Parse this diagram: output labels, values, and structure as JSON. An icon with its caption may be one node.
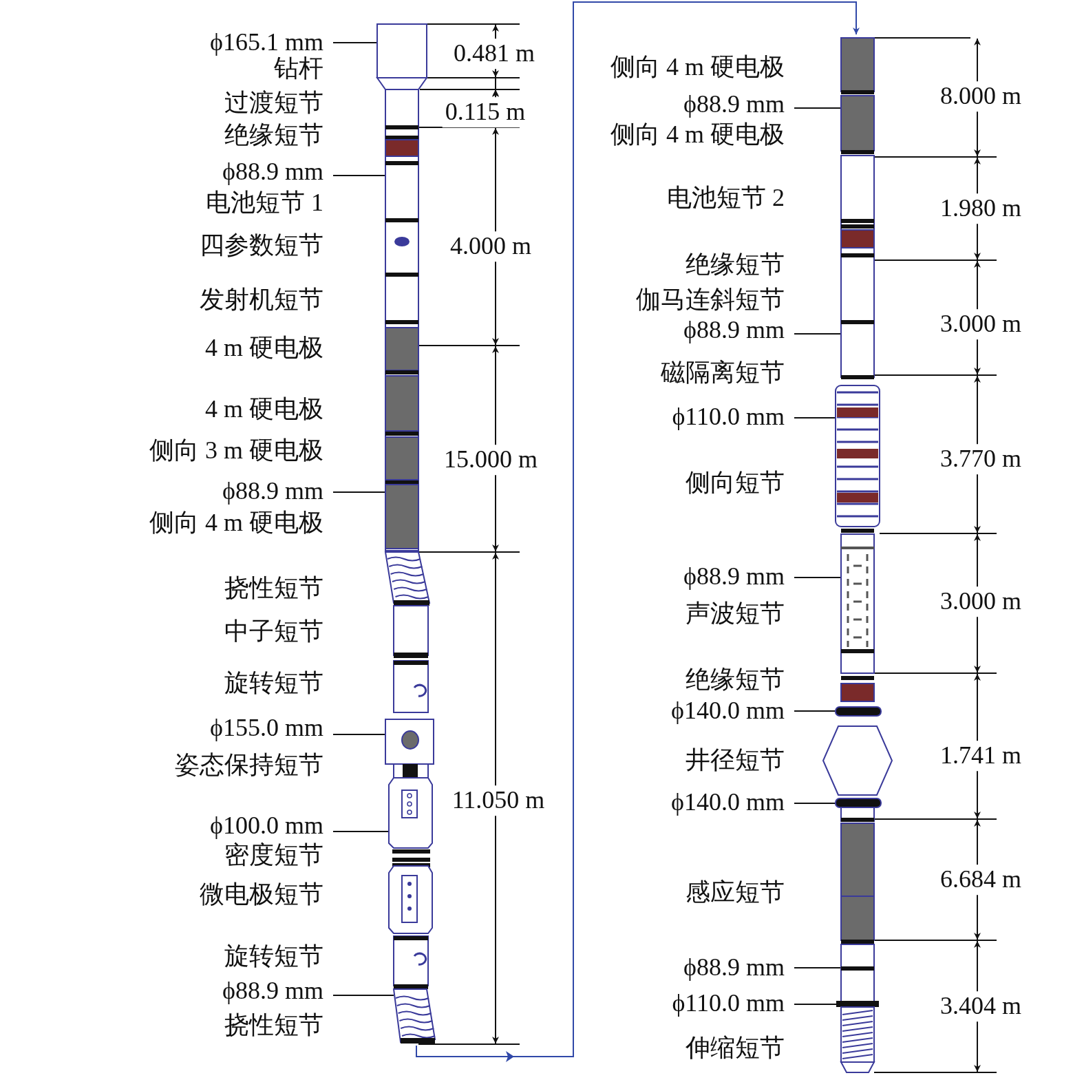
{
  "diagram": {
    "nodes": [
      {
        "text": [
          "ϕ165.1 mm"
        ]
      },
      {
        "text": [
          "ϕ88.9 mm"
        ]
      },
      {
        "text": [
          "ϕ88.9 mm"
        ]
      },
      {
        "text": [
          "ϕ155.0 mm"
        ]
      },
      {
        "text": [
          "ϕ100.0 mm"
        ]
      },
      {
        "text": [
          "ϕ88.9 mm"
        ]
      },
      {
        "text": [],
        "shape": "picture"
      },
      {
        "text": [
          "ϕ88.9 mm"
        ]
      },
      {
        "text": [
          "ϕ88.9 mm"
        ]
      },
      {
        "text": [
          "ϕ110.0 mm"
        ]
      },
      {
        "text": [
          "ϕ88.9 mm"
        ]
      },
      {
        "text": [
          "ϕ140.0 mm"
        ]
      },
      {
        "text": [
          "ϕ140.0 mm"
        ]
      },
      {
        "text": [
          "ϕ88.9 mm"
        ]
      },
      {
        "text": [
          "ϕ110.0 mm"
        ]
      },
      {
        "text": [],
        "shape": "picture"
      }
    ],
    "edges": [
      {
        "from": 6,
        "to": 15,
        "arrow": "to",
        "color": "#3048a8"
      },
      {
        "from": 0,
        "to": 6,
        "arrow": "none"
      },
      {
        "from": 1,
        "to": 6,
        "arrow": "none"
      },
      {
        "from": 2,
        "to": 6,
        "arrow": "none"
      },
      {
        "from": 3,
        "to": 6,
        "arrow": "none"
      },
      {
        "from": 4,
        "to": 6,
        "arrow": "none"
      },
      {
        "from": 5,
        "to": 6,
        "arrow": "none"
      },
      {
        "from": 7,
        "to": 15,
        "arrow": "none"
      },
      {
        "from": 8,
        "to": 15,
        "arrow": "none"
      },
      {
        "from": 9,
        "to": 15,
        "arrow": "none"
      },
      {
        "from": 10,
        "to": 15,
        "arrow": "none"
      },
      {
        "from": 11,
        "to": 15,
        "arrow": "none"
      },
      {
        "from": 12,
        "to": 15,
        "arrow": "none"
      },
      {
        "from": 13,
        "to": 15,
        "arrow": "none"
      },
      {
        "from": 14,
        "to": 15,
        "arrow": "none"
      }
    ],
    "labels": [
      "钻杆",
      "过渡短节",
      "绝缘短节",
      "电池短节 1",
      "四参数短节",
      "发射机短节",
      "4 m 硬电极",
      "4 m 硬电极",
      "侧向 3 m 硬电极",
      "侧向 4 m 硬电极",
      "挠性短节",
      "中子短节",
      "旋转短节",
      "姿态保持短节",
      "密度短节",
      "微电极短节",
      "旋转短节",
      "挠性短节",
      "0.481 m",
      "0.115 m",
      "4.000 m",
      "15.000 m",
      "11.050 m",
      "侧向 4 m 硬电极",
      "侧向 4 m 硬电极",
      "电池短节 2",
      "绝缘短节",
      "伽马连斜短节",
      "磁隔离短节",
      "侧向短节",
      "声波短节",
      "绝缘短节",
      "井径短节",
      "感应短节",
      "伸缩短节",
      "8.000 m",
      "1.980 m",
      "3.000 m",
      "3.770 m",
      "3.000 m",
      "1.741 m",
      "6.684 m",
      "3.404 m"
    ]
  }
}
